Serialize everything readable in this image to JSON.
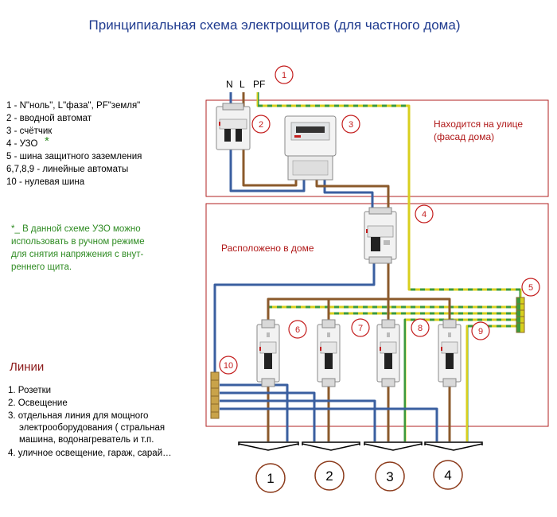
{
  "title": "Принципиальная схема электрощитов (для частного дома)",
  "legend": [
    "1 - N\"ноль\", L\"фаза\", PF\"земля\"",
    "2 - вводной автомат",
    "3 - счётчик",
    "4 - УЗО",
    "5 - шина защитного заземления",
    "6,7,8,9 - линейные автоматы",
    "10 - нулевая шина"
  ],
  "legend_star": "*",
  "note": [
    "*_ В данной схеме УЗО можно",
    "использовать в ручном режиме",
    "для снятия напряжения с внут-",
    "реннего щита."
  ],
  "outside_label": [
    "Находится на улице",
    "(фасад дома)"
  ],
  "inside_label": "Расположено в доме",
  "lines_heading": "Линии",
  "lines_list": [
    "1. Розетки",
    "2. Освещение",
    "3. отдельная линия для мощного",
    "электрооборудования ( стральная",
    "машина, водонагреватель и т.п.",
    "4. уличное освещение, гараж, сарай…"
  ],
  "terminals": {
    "n": "N",
    "l": "L",
    "pf": "PF"
  },
  "callouts": [
    "1",
    "2",
    "3",
    "4",
    "5",
    "6",
    "7",
    "8",
    "9",
    "10"
  ],
  "line_numbers": [
    "1",
    "2",
    "3",
    "4"
  ],
  "colors": {
    "neutral": "#3a5fa0",
    "phase": "#8b5a2b",
    "earth_yellow": "#d8cf1e",
    "earth_green": "#3c9a3c",
    "frame": "#b22222",
    "callout": "#c41e1e"
  }
}
